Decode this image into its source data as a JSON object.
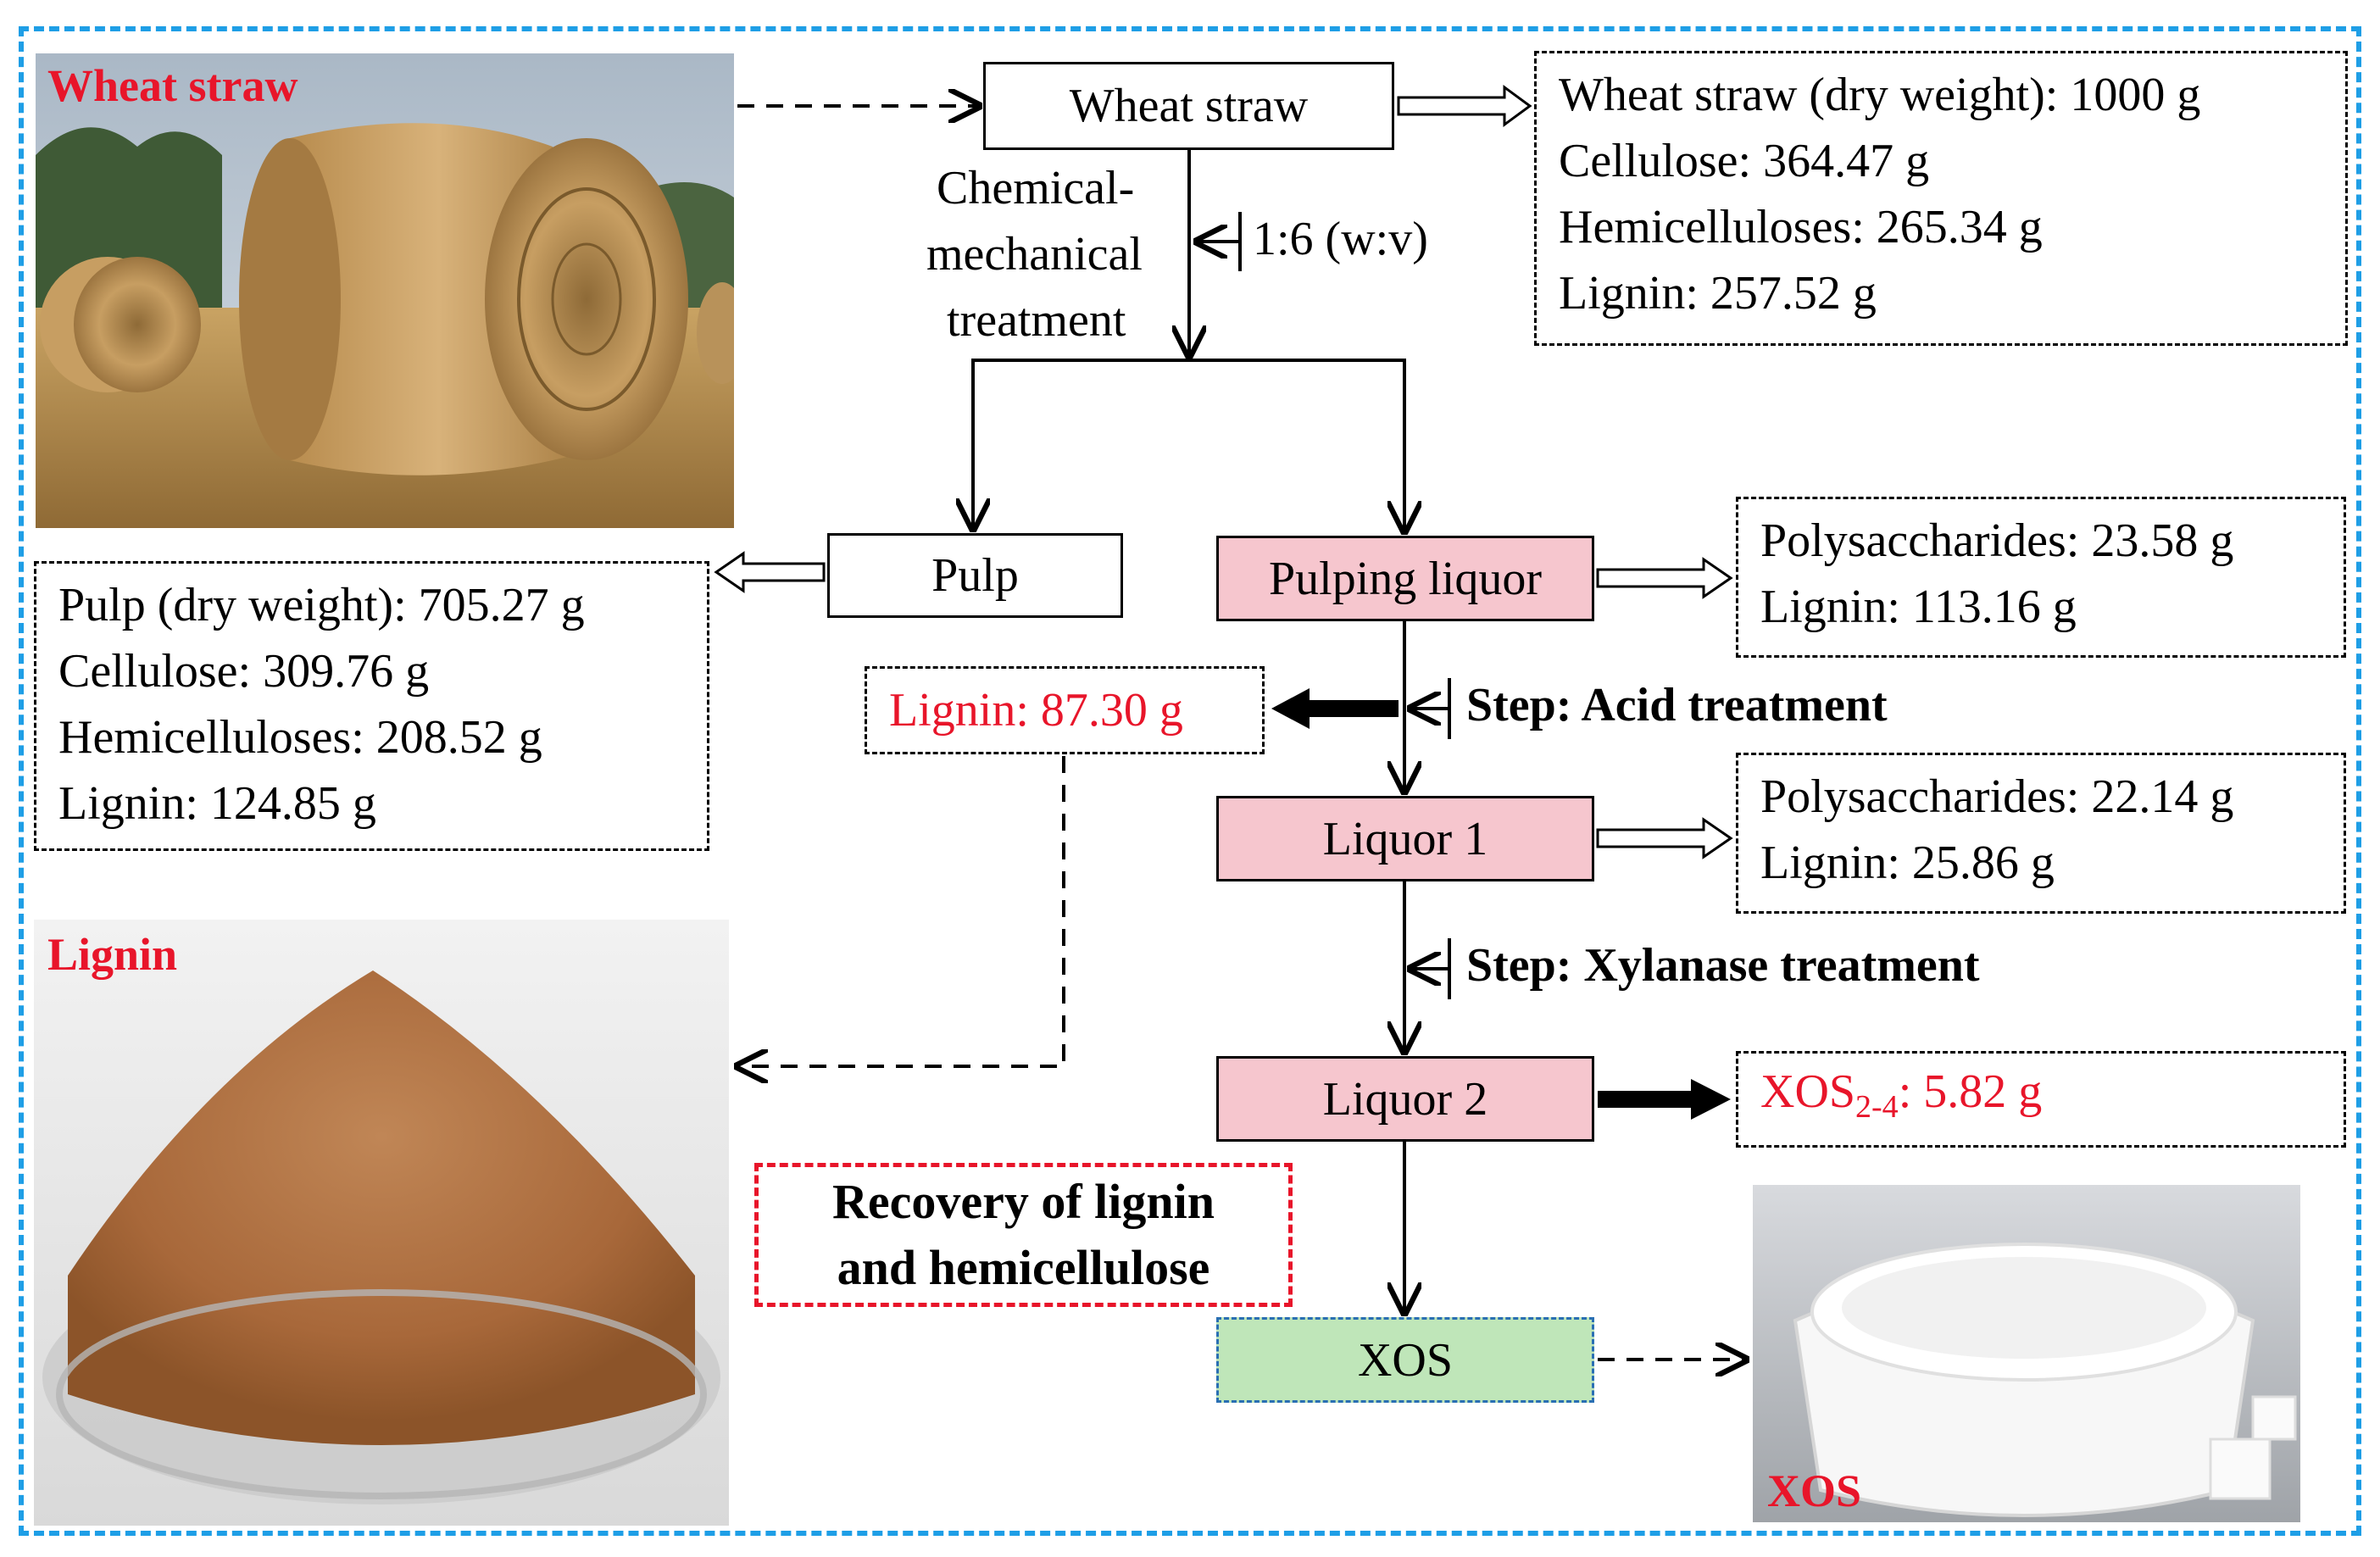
{
  "photos": {
    "wheat_straw_title": "Wheat straw",
    "lignin_title": "Lignin",
    "xos_title": "XOS"
  },
  "nodes": {
    "wheat_straw": "Wheat straw",
    "pulp": "Pulp",
    "pulping_liquor": "Pulping liquor",
    "liquor1": "Liquor 1",
    "liquor2": "Liquor 2",
    "xos": "XOS"
  },
  "labels": {
    "chemical_line1": "Chemical-",
    "chemical_line2": "mechanical",
    "chemical_line3": "treatment",
    "ratio": "1:6 (w:v)",
    "step_acid": "Step: Acid treatment",
    "step_xylanase": "Step: Xylanase treatment",
    "recovery_line1": "Recovery of lignin",
    "recovery_line2": "and hemicellulose"
  },
  "info": {
    "wheat_straw": [
      "Wheat straw (dry weight): 1000 g",
      "Cellulose: 364.47 g",
      "Hemicelluloses: 265.34 g",
      "Lignin: 257.52 g"
    ],
    "pulp": [
      "Pulp (dry weight): 705.27 g",
      "Cellulose: 309.76 g",
      "Hemicelluloses: 208.52 g",
      "Lignin: 124.85 g"
    ],
    "pulping_liquor": [
      "Polysaccharides: 23.58 g",
      "Lignin: 113.16 g"
    ],
    "liquor1": [
      "Polysaccharides: 22.14 g",
      "Lignin: 25.86 g"
    ],
    "lignin_recovered": "Lignin: 87.30 g",
    "xos_main": "XOS",
    "xos_sub": "2-4",
    "xos_value": ": 5.82 g"
  },
  "colors": {
    "frame": "#1e9ee6",
    "highlight_red": "#e8152a",
    "liquor_fill": "#f6c6ce",
    "xos_fill": "#bfe6b9"
  }
}
